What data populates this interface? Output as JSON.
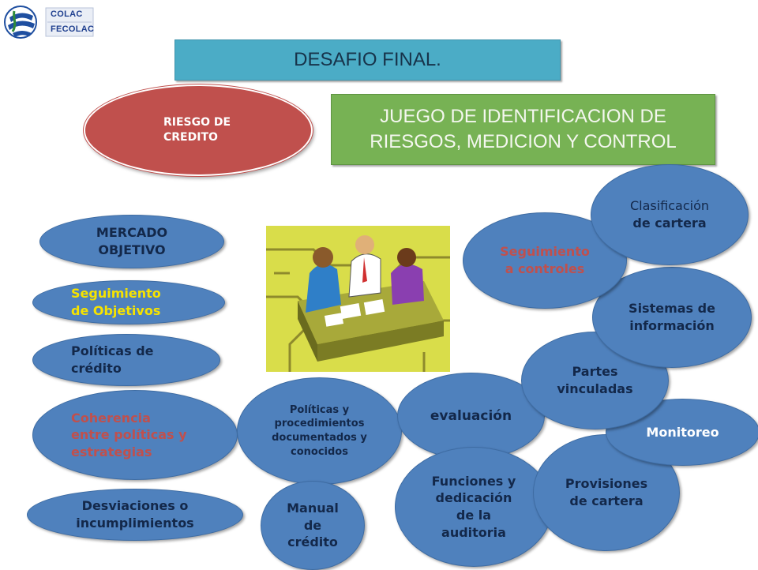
{
  "logo": {
    "line1": "COLAC",
    "line2": "FECOLAC"
  },
  "title": "DESAFIO FINAL.",
  "subtitle_line1": "JUEGO DE IDENTIFICACION  DE",
  "subtitle_line2": "RIESGOS, MEDICION Y CONTROL",
  "risk": {
    "line1": "RIESGO DE",
    "line2": "CREDITO"
  },
  "nodes": {
    "mercado": {
      "line1": "MERCADO",
      "line2": "OBJETIVO"
    },
    "seguimiento_obj": {
      "line1": "Seguimiento",
      "line2": "de Objetivos"
    },
    "politicas_credito": {
      "line1": "Políticas de",
      "line2": "crédito"
    },
    "coherencia": {
      "line1": "Coherencia",
      "line2": "entre políticas y",
      "line3": "estrategias"
    },
    "desviaciones": {
      "line1": "Desviaciones o",
      "line2": "incumplimientos"
    },
    "politicas_proc": {
      "line1": "Políticas y",
      "line2": "procedimientos",
      "line3": "documentados y",
      "line4": "conocidos"
    },
    "manual": {
      "line1": "Manual",
      "line2": "de",
      "line3": "crédito"
    },
    "evaluacion": {
      "line1": "evaluación"
    },
    "funciones": {
      "line1": "Funciones y",
      "line2": "dedicación",
      "line3": "de la",
      "line4": "auditoria"
    },
    "partes": {
      "line1": "Partes",
      "line2": "vinculadas"
    },
    "provisiones": {
      "line1": "Provisiones",
      "line2": "de cartera"
    },
    "monitoreo": {
      "line1": "Monitoreo"
    },
    "sistemas": {
      "line1": "Sistemas de",
      "line2": "información"
    },
    "seguimiento_ctrl": {
      "line1": "Seguimiento",
      "line2": "a controles"
    },
    "clasificacion": {
      "line1": "Clasificación",
      "line2": "de cartera"
    }
  },
  "colors": {
    "ellipse_blue": "#4f81bd",
    "risk_red": "#c0504d",
    "title_teal": "#4bacc6",
    "subtitle_green": "#77b254",
    "highlight_yellow": "#f6e300"
  },
  "icons": [
    "logo-globe-icon",
    "meeting-illustration"
  ]
}
